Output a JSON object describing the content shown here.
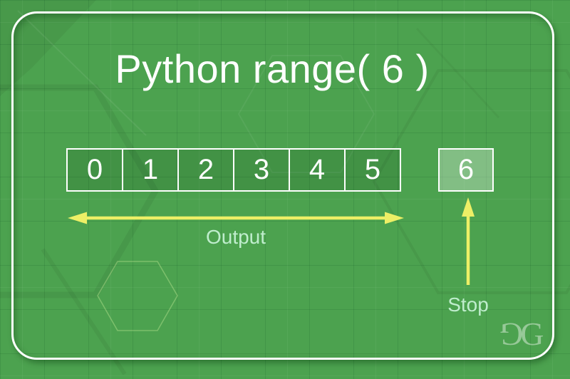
{
  "title": "Python range( 6 )",
  "sequence": {
    "cells": [
      "0",
      "1",
      "2",
      "3",
      "4",
      "5"
    ],
    "stop_cell": "6"
  },
  "labels": {
    "output": "Output",
    "stop": "Stop"
  },
  "logo": {
    "left_glyph": "G",
    "right_glyph": "G"
  },
  "colors": {
    "background": "#4CA24F",
    "card_border": "#FFFFFF",
    "box_border": "#FFFFFF",
    "box_fill_dark": "rgba(0,35,10,0.13)",
    "box_fill_light": "rgba(255,255,255,0.30)",
    "cell_text": "#FFFFFF",
    "title_white": "#FFFFFF",
    "arrow_yellow": "#EDEF66",
    "label_mint": "#BFEDCD",
    "logo_tint": "rgba(255,255,255,0.42)"
  }
}
